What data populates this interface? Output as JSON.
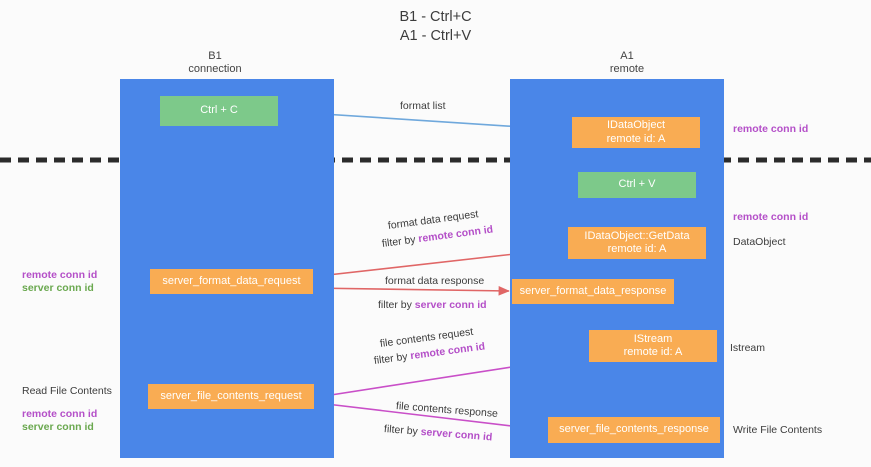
{
  "title": "B1 - Ctrl+C\nA1 - Ctrl+V",
  "columns": {
    "left": {
      "line1": "B1",
      "line2": "connection"
    },
    "right": {
      "line1": "A1",
      "line2": "remote"
    }
  },
  "colors": {
    "lane": "#4a86e8",
    "green_box": "#7dc98a",
    "orange_box": "#f9ac53",
    "remote_conn_id": "#b44fc8",
    "server_conn_id_left": "#6aa84f",
    "server_conn_id_mid": "#b44fc8",
    "divider": "#2b2b2b",
    "arrow_format_list": "#6fa8dc",
    "arrow_ctrl_v": "#000000",
    "arrow_format_data": "#e06666",
    "arrow_file_contents": "#c94fc8"
  },
  "boxes": {
    "ctrl_c": {
      "label": "Ctrl + C"
    },
    "ctrl_v": {
      "label": "Ctrl + V"
    },
    "idataobject": {
      "line1": "IDataObject",
      "line2": "remote id: A"
    },
    "idataobject_getdata": {
      "line1": "IDataObject::GetData",
      "line2": "remote id: A"
    },
    "istream": {
      "line1": "IStream",
      "line2": "remote id: A"
    },
    "server_format_data_request": {
      "label": "server_format_data_request"
    },
    "server_format_data_response": {
      "label": "server_format_data_response"
    },
    "server_file_contents_request": {
      "label": "server_file_contents_request"
    },
    "server_file_contents_response": {
      "label": "server_file_contents_response"
    }
  },
  "edge_labels": {
    "format_list": "format list",
    "format_data_request": "format data request",
    "format_data_request_filter_prefix": "filter by ",
    "format_data_request_filter_key": "remote conn id",
    "format_data_response": "format data response",
    "format_data_response_filter_prefix": "filter by ",
    "format_data_response_filter_key": "server conn id",
    "file_contents_request": "file contents request",
    "file_contents_request_filter_prefix": "filter by ",
    "file_contents_request_filter_key": "remote conn id",
    "file_contents_response": "file contents response",
    "file_contents_response_filter_prefix": "filter by ",
    "file_contents_response_filter_key": "server conn id"
  },
  "side_labels": {
    "right_top_remote_conn_id": "remote conn id",
    "right_mid_remote_conn_id": "remote conn id",
    "right_dataobject": "DataObject",
    "right_istream": "Istream",
    "right_write_file_contents": "Write File Contents",
    "left_remote_conn_id": "remote conn id",
    "left_server_conn_id": "server conn id",
    "left_read_file_contents": "Read File Contents",
    "left_remote_conn_id_2": "remote conn id",
    "left_server_conn_id_2": "server conn id"
  }
}
